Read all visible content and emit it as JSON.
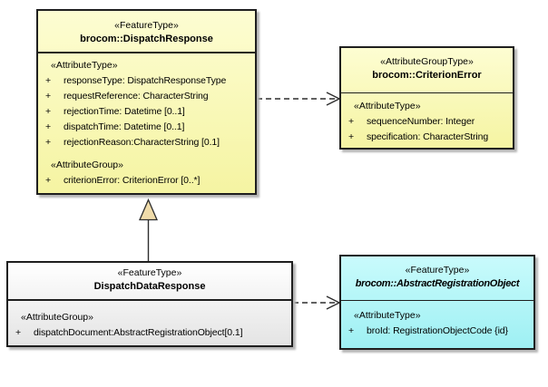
{
  "colors": {
    "canvas_bg": "#ffffff",
    "yellow_box_top": "#fdfdd2",
    "yellow_box_bottom": "#f5f4a2",
    "cyan_box_top": "#c9fbfc",
    "cyan_box_bottom": "#9ef0f3",
    "grey_box_top": "#ffffff",
    "grey_box_bottom": "#e4e4e4",
    "box_border": "#1f1f1f",
    "box_shadow": "#b5b5b5",
    "connector": "#2d2d2d",
    "triangle_fill": "#f0dcaa",
    "text": "#000000"
  },
  "diagram": {
    "visibility_symbol": "+",
    "classes": [
      {
        "stereotype": "«FeatureType»",
        "name": "brocom::DispatchResponse",
        "sections": [
          {
            "label": "«AttributeType»",
            "attributes": [
              "responseType: DispatchResponseType",
              "requestReference: CharacterString",
              "rejectionTime: Datetime [0..1]",
              "dispatchTime: Datetime [0..1]",
              "rejectionReason:CharacterString [0.1]"
            ]
          },
          {
            "label": "«AttributeGroup»",
            "attributes": [
              "criterionError: CriterionError [0..*]"
            ]
          }
        ]
      },
      {
        "stereotype": "«AttributeGroupType»",
        "name": "brocom::CriterionError",
        "sections": [
          {
            "label": "«AttributeType»",
            "attributes": [
              "sequenceNumber: Integer",
              "specification: CharacterString"
            ]
          }
        ]
      },
      {
        "stereotype": "«FeatureType»",
        "name": "DispatchDataResponse",
        "sections": [
          {
            "label": "«AttributeGroup»",
            "attributes": [
              "dispatchDocument:AbstractRegistrationObject[0.1]"
            ]
          }
        ]
      },
      {
        "stereotype": "«FeatureType»",
        "name": "brocom::AbstractRegistrationObject",
        "sections": [
          {
            "label": "«AttributeType»",
            "attributes": [
              "broId: RegistrationObjectCode {id}"
            ]
          }
        ]
      }
    ],
    "connectors": [
      {
        "type": "dependency",
        "from": "brocom::DispatchResponse",
        "to": "brocom::CriterionError",
        "line": "dashed",
        "head": "open-arrow"
      },
      {
        "type": "generalization",
        "from": "DispatchDataResponse",
        "to": "brocom::DispatchResponse",
        "line": "solid",
        "head": "hollow-triangle"
      },
      {
        "type": "dependency",
        "from": "DispatchDataResponse",
        "to": "brocom::AbstractRegistrationObject",
        "line": "dashed",
        "head": "open-arrow"
      }
    ]
  }
}
